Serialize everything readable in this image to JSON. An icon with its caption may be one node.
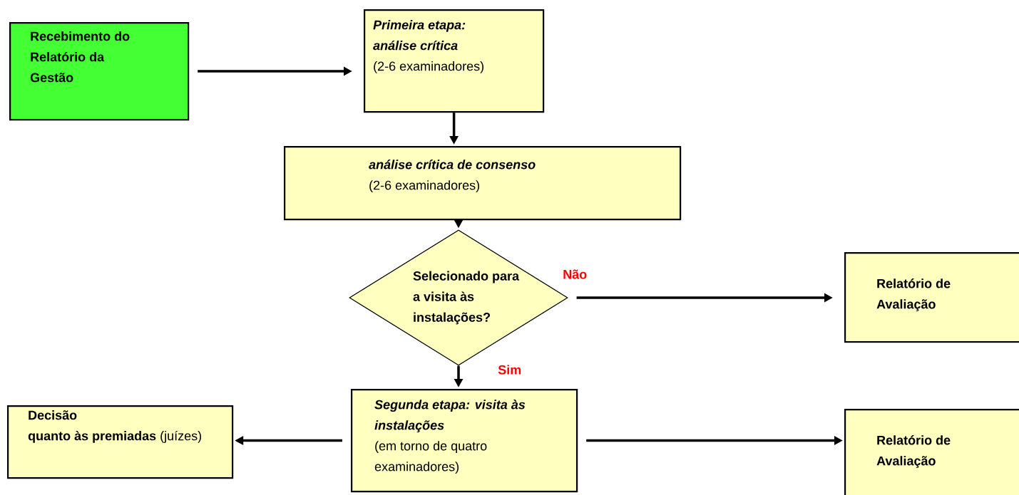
{
  "diagram": {
    "nodes": [
      {
        "text": [
          "Recebimento do Relatório da Gestão"
        ]
      },
      {
        "text": [
          "Primeira etapa: análise crítica",
          "(2-6 examinadores)"
        ]
      },
      {
        "text": [
          "análise crítica de consenso",
          "(2-6 examinadores)"
        ]
      },
      {
        "text": [
          "Selecionado para a visita às instalações?"
        ]
      },
      {
        "text": [
          "Relatório de Avaliação"
        ]
      },
      {
        "text": [
          "Segunda etapa: visita às instalações",
          "(em torno de quatro examinadores)"
        ]
      },
      {
        "text": [
          "Decisão",
          "**quanto às premiadas** (juízes)"
        ]
      },
      {
        "text": [
          "Relatório de Avaliação"
        ]
      }
    ],
    "edges": [
      {
        "from": 0,
        "to": 1,
        "arrow": "to"
      },
      {
        "from": 1,
        "to": 2,
        "arrow": "to"
      },
      {
        "from": 2,
        "to": 3,
        "arrow": "to"
      },
      {
        "from": 3,
        "to": 4,
        "arrow": "to",
        "label": "Não"
      },
      {
        "from": 3,
        "to": 5,
        "arrow": "to",
        "label": "Sim"
      },
      {
        "from": 5,
        "to": 6,
        "arrow": "to"
      },
      {
        "from": 5,
        "to": 7,
        "arrow": "to"
      }
    ]
  }
}
